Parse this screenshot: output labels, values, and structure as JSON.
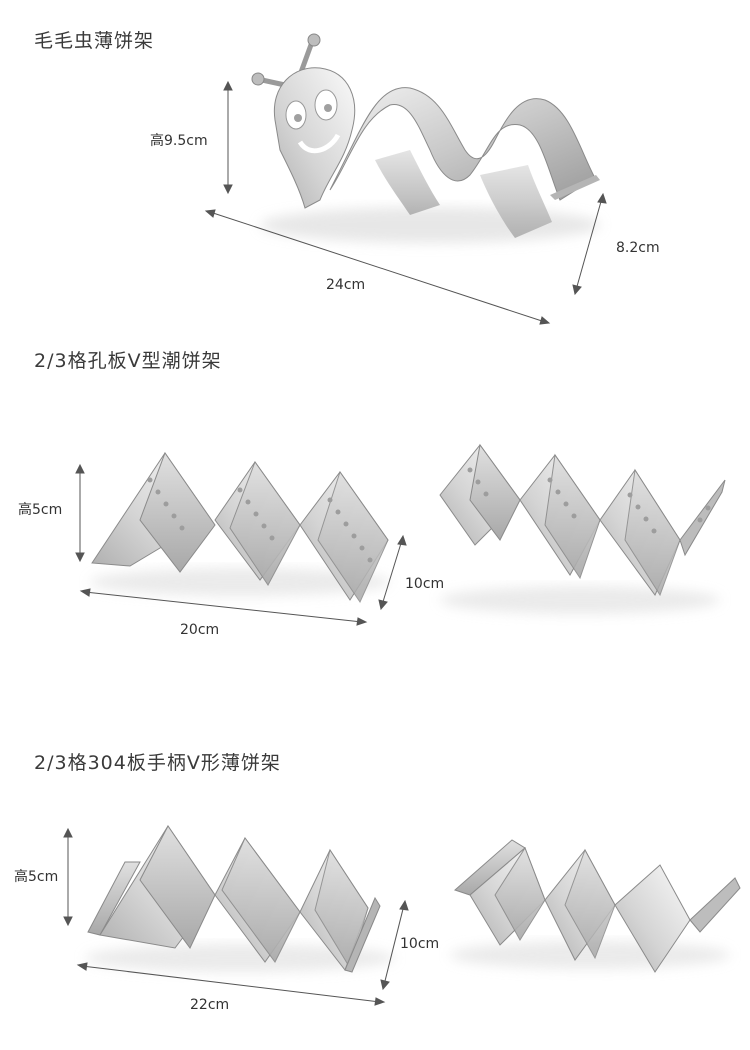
{
  "sections": [
    {
      "title": "毛毛虫薄饼架",
      "dimensions": {
        "height": "高9.5cm",
        "length": "24cm",
        "depth": "8.2cm"
      }
    },
    {
      "title": "2/3格孔板V型潮饼架",
      "dimensions": {
        "height": "高5cm",
        "length": "20cm",
        "depth": "10cm"
      }
    },
    {
      "title": "2/3格304板手柄V形薄饼架",
      "dimensions": {
        "height": "高5cm",
        "length": "22cm",
        "depth": "10cm"
      }
    }
  ],
  "colors": {
    "steel_light": "#e8e8e8",
    "steel_mid": "#c4c4c4",
    "steel_dark": "#8e8e8e",
    "dimension_line": "#555555"
  }
}
